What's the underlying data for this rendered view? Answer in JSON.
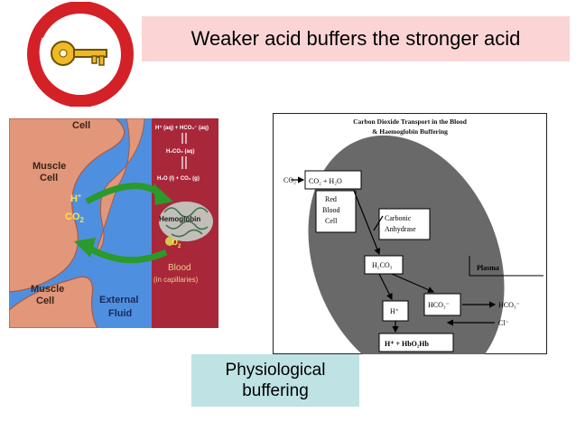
{
  "slide": {
    "title": "Weaker acid buffers the stronger acid",
    "caption_line1": "Physiological",
    "caption_line2": "buffering"
  },
  "logo": {
    "icon": "key-icon",
    "ring_color": "#d42027",
    "key_color": "#f2b825"
  },
  "left_diagram": {
    "cell_top": "Cell",
    "muscle_cell_1_line1": "Muscle",
    "muscle_cell_1_line2": "Cell",
    "h_plus": "H",
    "h_plus_sup": "+",
    "co2": "CO",
    "co2_sub": "2",
    "hemoglobin": "Hemoglobin",
    "o2": "O",
    "o2_sub": "2",
    "blood": "Blood",
    "in_capillaries": "(in capillaries)",
    "muscle_cell_2_line1": "Muscle",
    "muscle_cell_2_line2": "Cell",
    "external_line1": "External",
    "external_line2": "Fluid",
    "eq1": "H⁺ (aq) + HCO₃⁻ (aq)",
    "eq2": "H₂CO₃ (aq)",
    "eq3": "H₂O (l) + CO₂ (g)",
    "colors": {
      "muscle": "#e2967a",
      "fluid": "#4f8fe0",
      "blood": "#a8283a",
      "arrow": "#2a9a2a"
    }
  },
  "right_diagram": {
    "title_line1": "Carbon Dioxide Transport in the Blood",
    "title_line2": "& Haemoglobin Buffering",
    "co2_in": "CO₂",
    "co2_h2o": "CO₂ + H₂O",
    "rbc_line1": "Red",
    "rbc_line2": "Blood",
    "rbc_line3": "Cell",
    "enzyme_line1": "Carbonic",
    "enzyme_line2": "Anhydrase",
    "h2co3": "H₂CO₃",
    "plasma": "Plasma",
    "h_plus": "H⁺",
    "hco3_in": "HCO₃⁻",
    "hco3_out": "HCO₃⁻",
    "cl": "Cl⁻",
    "hhb": "H⁺ + HbO₂Hb",
    "colors": {
      "ellipse": "#696969"
    }
  }
}
